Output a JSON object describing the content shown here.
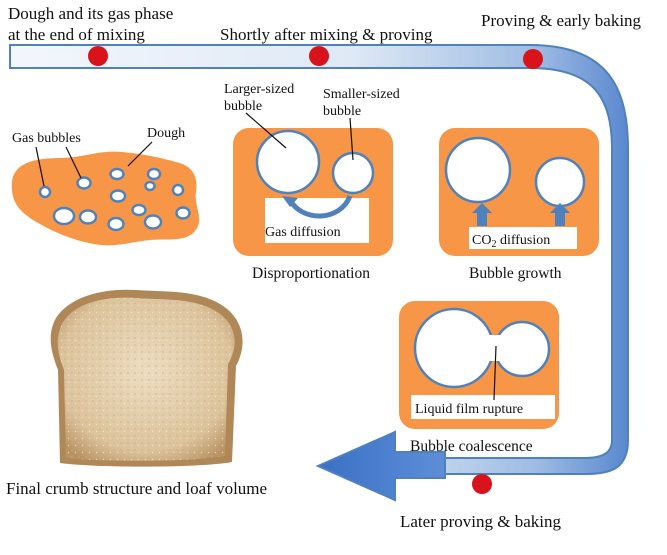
{
  "stage_labels": {
    "end_of_mixing_line1": "Dough and its gas phase",
    "end_of_mixing_line2": "at the end of mixing",
    "after_mixing": "Shortly after mixing & proving",
    "early_baking": "Proving & early baking",
    "later_proving": "Later proving & baking",
    "final": "Final crumb structure and loaf volume"
  },
  "dough_panel": {
    "gas_bubbles_label": "Gas bubbles",
    "dough_label": "Dough"
  },
  "disproportionation": {
    "larger_line1": "Larger-sized",
    "larger_line2": "bubble",
    "smaller_line1": "Smaller-sized",
    "smaller_line2": "bubble",
    "diffusion": "Gas diffusion",
    "caption": "Disproportionation"
  },
  "growth": {
    "diffusion_prefix": "CO",
    "diffusion_sub": "2",
    "diffusion_suffix": " diffusion",
    "caption": "Bubble growth"
  },
  "coalescence": {
    "rupture": "Liquid film rupture",
    "caption": "Bubble coalescence"
  },
  "colors": {
    "dough": "#f79646",
    "bubble_stroke": "#4f81bd",
    "marker": "#d9131b",
    "path_light": "#f3f7fc",
    "path_dark": "#3f74c8"
  }
}
